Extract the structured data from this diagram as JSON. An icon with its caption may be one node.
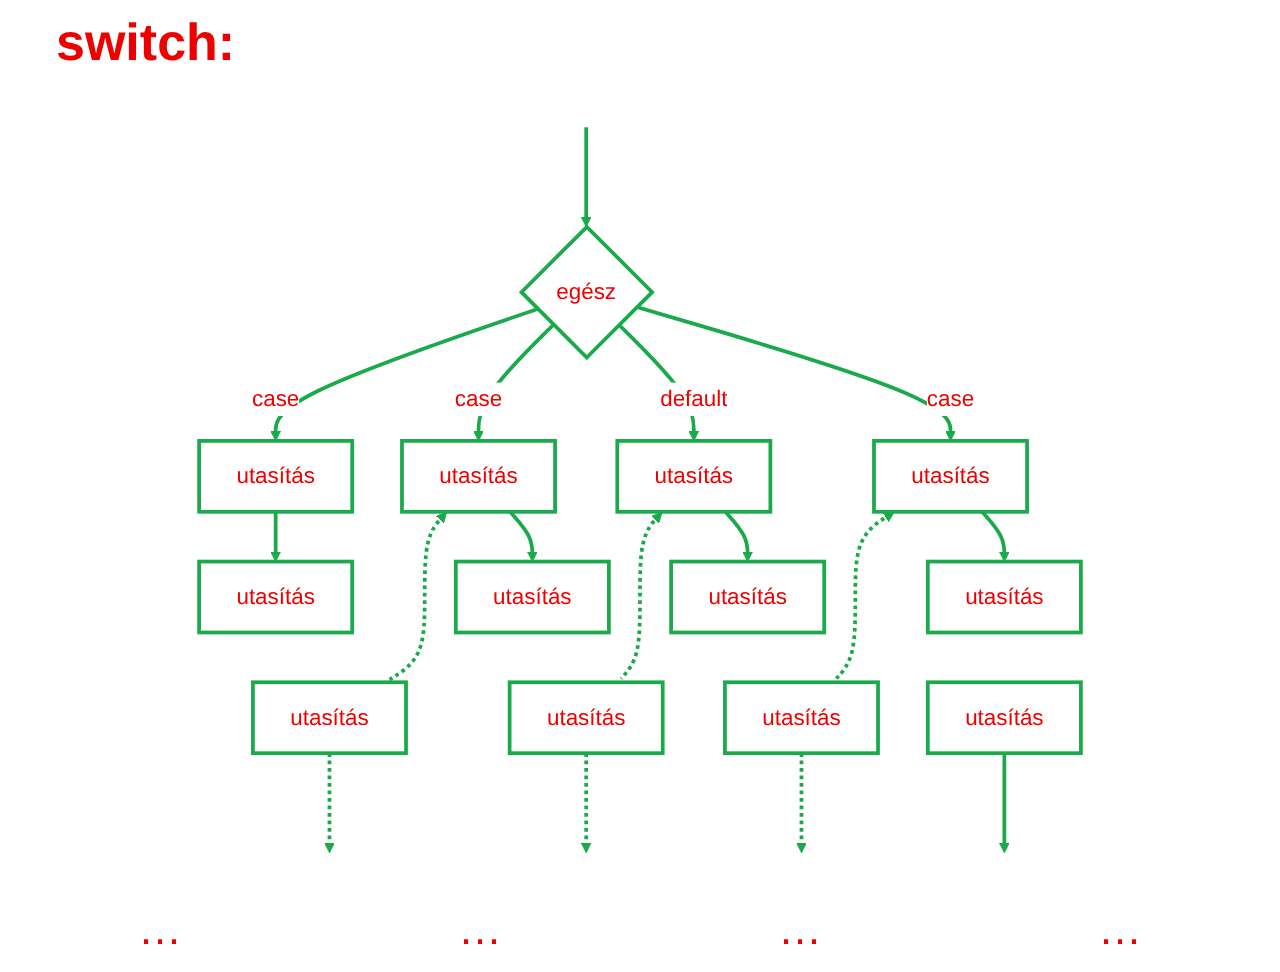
{
  "diagram": {
    "title": "switch:",
    "nodes": [
      {
        "text": [
          "egész"
        ]
      },
      {
        "text": [
          "utasítás"
        ]
      },
      {
        "text": [
          "utasítás"
        ]
      },
      {
        "text": [
          "utasítás"
        ]
      },
      {
        "text": [
          "utasítás"
        ]
      },
      {
        "text": [
          "utasítás"
        ]
      },
      {
        "text": [
          "utasítás"
        ]
      },
      {
        "text": [
          "utasítás"
        ]
      },
      {
        "text": [
          "utasítás"
        ]
      },
      {
        "text": [
          "utasítás"
        ]
      },
      {
        "text": [
          "utasítás"
        ]
      },
      {
        "text": [
          "utasítás"
        ]
      },
      {
        "text": [
          "utasítás"
        ]
      }
    ],
    "edges": [
      {
        "from": null,
        "to": 0,
        "arrow": "to"
      },
      {
        "from": 0,
        "to": 1,
        "arrow": "to",
        "label": "case"
      },
      {
        "from": 0,
        "to": 4,
        "arrow": "to",
        "label": "case"
      },
      {
        "from": 0,
        "to": 7,
        "arrow": "to",
        "label": "default"
      },
      {
        "from": 0,
        "to": 10,
        "arrow": "to",
        "label": "case"
      },
      {
        "from": 1,
        "to": 2,
        "arrow": "to"
      },
      {
        "from": 4,
        "to": 5,
        "arrow": "to"
      },
      {
        "from": 7,
        "to": 8,
        "arrow": "to"
      },
      {
        "from": 10,
        "to": 11,
        "arrow": "to"
      },
      {
        "from": 3,
        "to": 4,
        "arrow": "to",
        "style": "dashed"
      },
      {
        "from": 6,
        "to": 7,
        "arrow": "to",
        "style": "dashed"
      },
      {
        "from": 9,
        "to": 10,
        "arrow": "to",
        "style": "dashed"
      },
      {
        "from": 3,
        "to": null,
        "arrow": "to",
        "style": "dashed"
      },
      {
        "from": 6,
        "to": null,
        "arrow": "to",
        "style": "dashed"
      },
      {
        "from": 9,
        "to": null,
        "arrow": "to",
        "style": "dashed"
      },
      {
        "from": 12,
        "to": null,
        "arrow": "to"
      }
    ],
    "labels": [
      "…",
      "…",
      "…",
      "…"
    ]
  }
}
